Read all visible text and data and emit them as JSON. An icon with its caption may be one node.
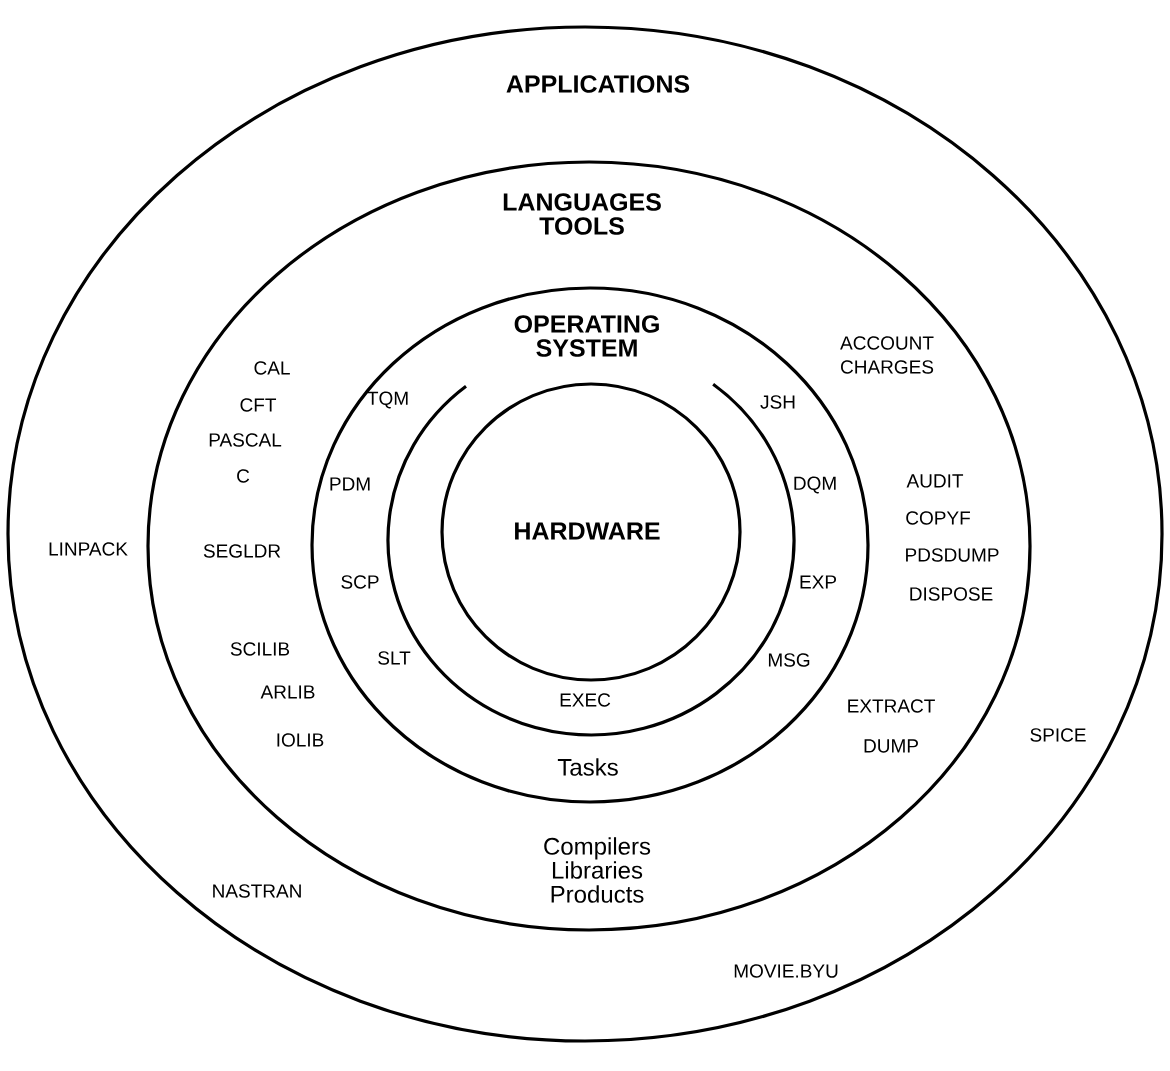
{
  "diagram": {
    "nodes": [
      {
        "text": [
          "APPLICATIONS"
        ]
      },
      {
        "text": [
          "LANGUAGES TOOLS",
          "Compilers Libraries Products"
        ],
        "in": 0
      },
      {
        "text": [
          "OPERATING SYSTEM",
          "Tasks"
        ],
        "in": 1
      },
      {
        "text": [
          "HARDWARE"
        ],
        "in": 2
      }
    ],
    "labels": [
      "ACCOUNT CHARGES",
      "CAL",
      "CFT",
      "TQM",
      "JSH",
      "PASCAL",
      "C",
      "PDM",
      "DQM",
      "AUDIT",
      "COPYF",
      "LINPACK",
      "SEGLDR",
      "PDSDUMP",
      "SCP",
      "EXP",
      "DISPOSE",
      "SCILIB",
      "SLT",
      "MSG",
      "ARLIB",
      "EXEC",
      "EXTRACT",
      "IOLIB",
      "DUMP",
      "SPICE",
      "NASTRAN",
      "MOVIE.BYU"
    ]
  }
}
